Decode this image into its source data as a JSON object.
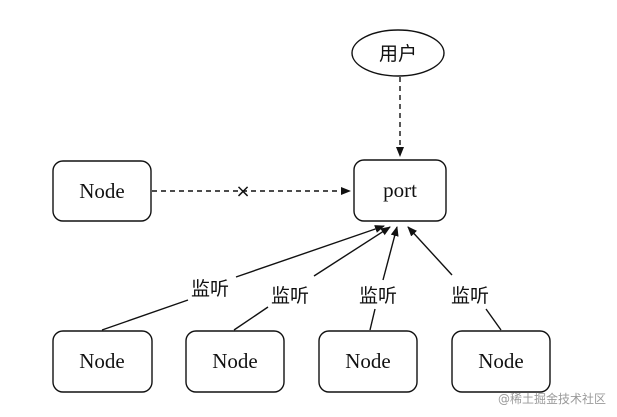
{
  "nodes": {
    "user": "用户",
    "port": "port",
    "node_left": "Node",
    "node_bottom_1": "Node",
    "node_bottom_2": "Node",
    "node_bottom_3": "Node",
    "node_bottom_4": "Node"
  },
  "edges": {
    "blocked_marker": "×",
    "listen_1": "监听",
    "listen_2": "监听",
    "listen_3": "监听",
    "listen_4": "监听"
  },
  "watermark": "@稀土掘金技术社区"
}
